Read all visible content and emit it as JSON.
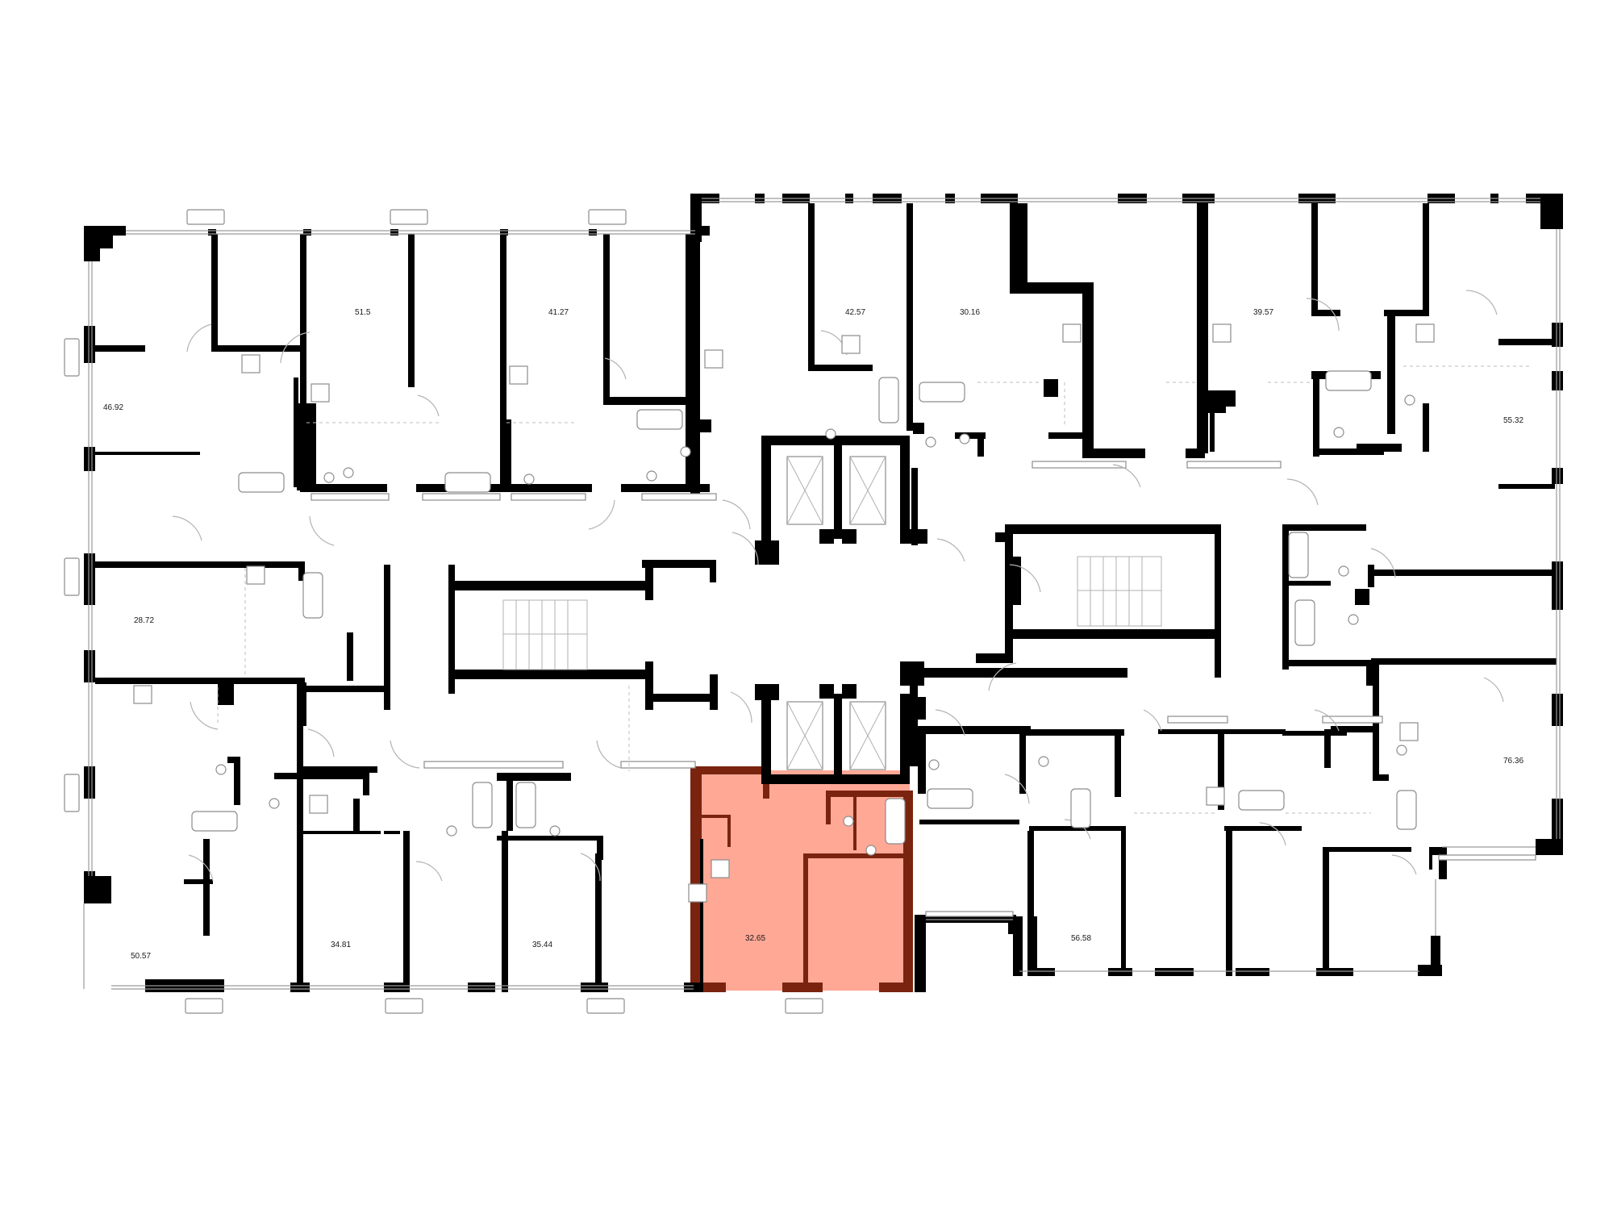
{
  "colors": {
    "wall": "#000000",
    "highlight_fill": "#FFA896",
    "highlight_wall": "#7A2410",
    "fixture_line": "#8C8C8C"
  },
  "apartments": [
    {
      "id": "apt-46-92",
      "area": "46.92"
    },
    {
      "id": "apt-51-5",
      "area": "51.5"
    },
    {
      "id": "apt-41-27",
      "area": "41.27"
    },
    {
      "id": "apt-42-57",
      "area": "42.57"
    },
    {
      "id": "apt-30-16",
      "area": "30.16"
    },
    {
      "id": "apt-39-57",
      "area": "39.57"
    },
    {
      "id": "apt-55-32",
      "area": "55.32"
    },
    {
      "id": "apt-28-72",
      "area": "28.72"
    },
    {
      "id": "apt-76-36",
      "area": "76.36"
    },
    {
      "id": "apt-50-57",
      "area": "50.57"
    },
    {
      "id": "apt-34-81",
      "area": "34.81"
    },
    {
      "id": "apt-35-44",
      "area": "35.44"
    },
    {
      "id": "apt-32-65",
      "area": "32.65",
      "highlighted": true
    },
    {
      "id": "apt-56-58",
      "area": "56.58"
    }
  ]
}
